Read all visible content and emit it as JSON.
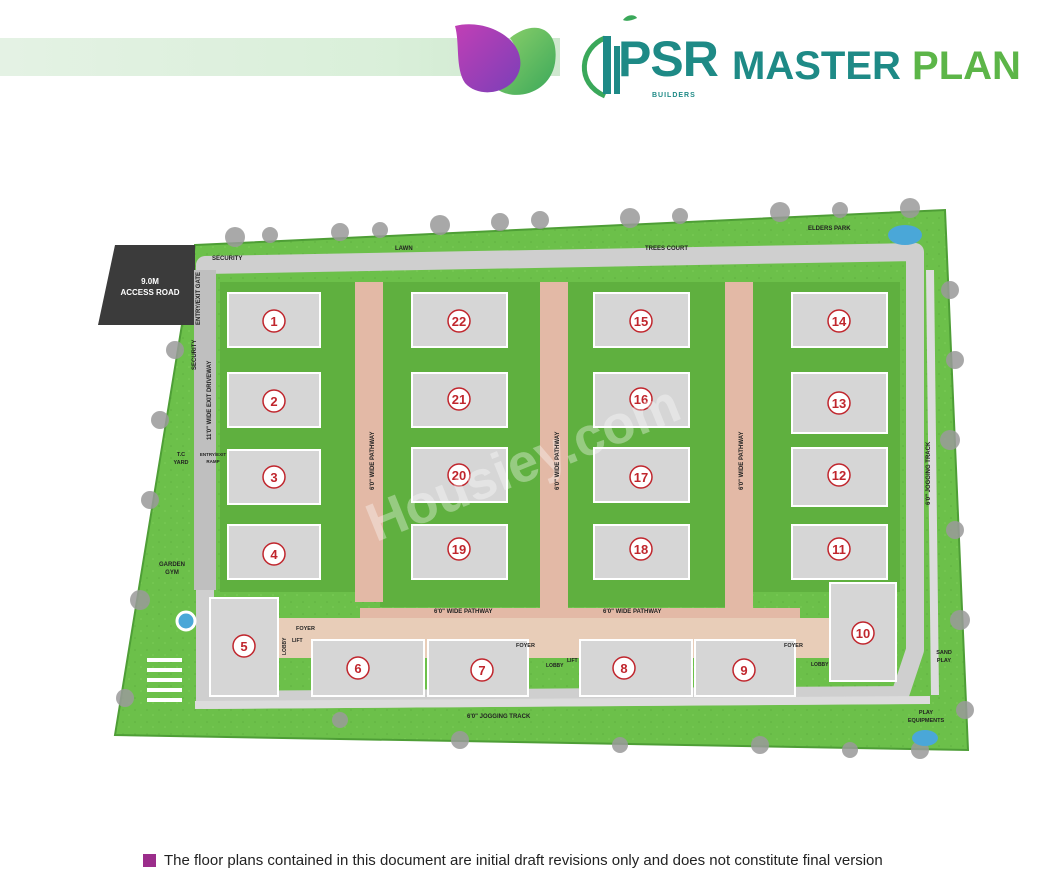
{
  "header": {
    "brand": "PSR",
    "brand_sub": "BUILDERS",
    "title_word1": "MASTER",
    "title_word2": "PLAN"
  },
  "map": {
    "access_road": [
      "9.0M",
      "ACCESS ROAD"
    ],
    "labels": {
      "security_top": "SECURITY",
      "security_side": "SECURITY",
      "entry_exit_gate": "ENTRY/EXIT GATE",
      "exit_driveway": "11'0\" WIDE EXIT DRIVEWAY",
      "lawn": "LAWN",
      "trees_court": "TREES COURT",
      "elders_park": "ELDERS PARK",
      "tc_yard": [
        "T.C",
        "YARD"
      ],
      "entry_exit_ramp": [
        "ENTRY/EXIT",
        "RAMP"
      ],
      "garden_gym": [
        "GARDEN",
        "GYM"
      ],
      "pathway_v1": "6'0\" WIDE PATHWAY",
      "pathway_v2": "6'0\" WIDE PATHWAY",
      "pathway_v3": "6'0\" WIDE PATHWAY",
      "pathway_h1": "6'0\" WIDE PATHWAY",
      "pathway_h2": "6'0\" WIDE PATHWAY",
      "jogging_track_right": "6'0\" JOGGING TRACK",
      "jogging_track_bottom": "6'0\" JOGGING TRACK",
      "sand_play": [
        "SAND",
        "PLAY"
      ],
      "play_equipments": [
        "PLAY",
        "EQUIPMENTS"
      ],
      "foyer": "FOYER",
      "lobby": "LOBBY",
      "lift": "LIFT"
    },
    "blocks": [
      "1",
      "2",
      "3",
      "4",
      "5",
      "6",
      "7",
      "8",
      "9",
      "10",
      "11",
      "12",
      "13",
      "14",
      "15",
      "16",
      "17",
      "18",
      "19",
      "20",
      "21",
      "22"
    ],
    "watermark": "Housiey.com",
    "colors": {
      "grass": "#6cc04a",
      "grass_dark": "#4e9e36",
      "road": "#cfcfcf",
      "building": "#d6d6d6",
      "pathway": "#e3b9a6",
      "number": "#c0262d",
      "access_road": "#3b3b3b"
    }
  },
  "disclaimer": "The floor plans contained in this document are initial draft revisions only and does not constitute final version"
}
